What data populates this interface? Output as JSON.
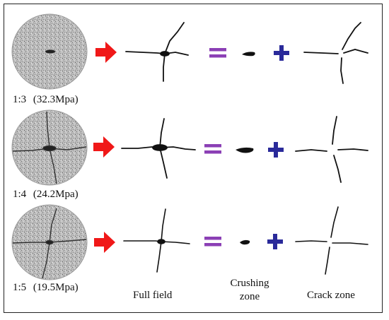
{
  "rows": [
    {
      "ratio": "1:3",
      "strength": "(32.3Mpa)"
    },
    {
      "ratio": "1:4",
      "strength": "(24.2Mpa)"
    },
    {
      "ratio": "1:5",
      "strength": "(19.5Mpa)"
    }
  ],
  "columns": {
    "full_field": "Full field",
    "crushing_zone": [
      "Crushing",
      "zone"
    ],
    "crack_zone": "Crack zone"
  },
  "colors": {
    "arrow": "#f01818",
    "equals": "#8b3fb5",
    "plus": "#2a2a9a",
    "crack": "#111111",
    "specimen": "#b8b8b8"
  }
}
